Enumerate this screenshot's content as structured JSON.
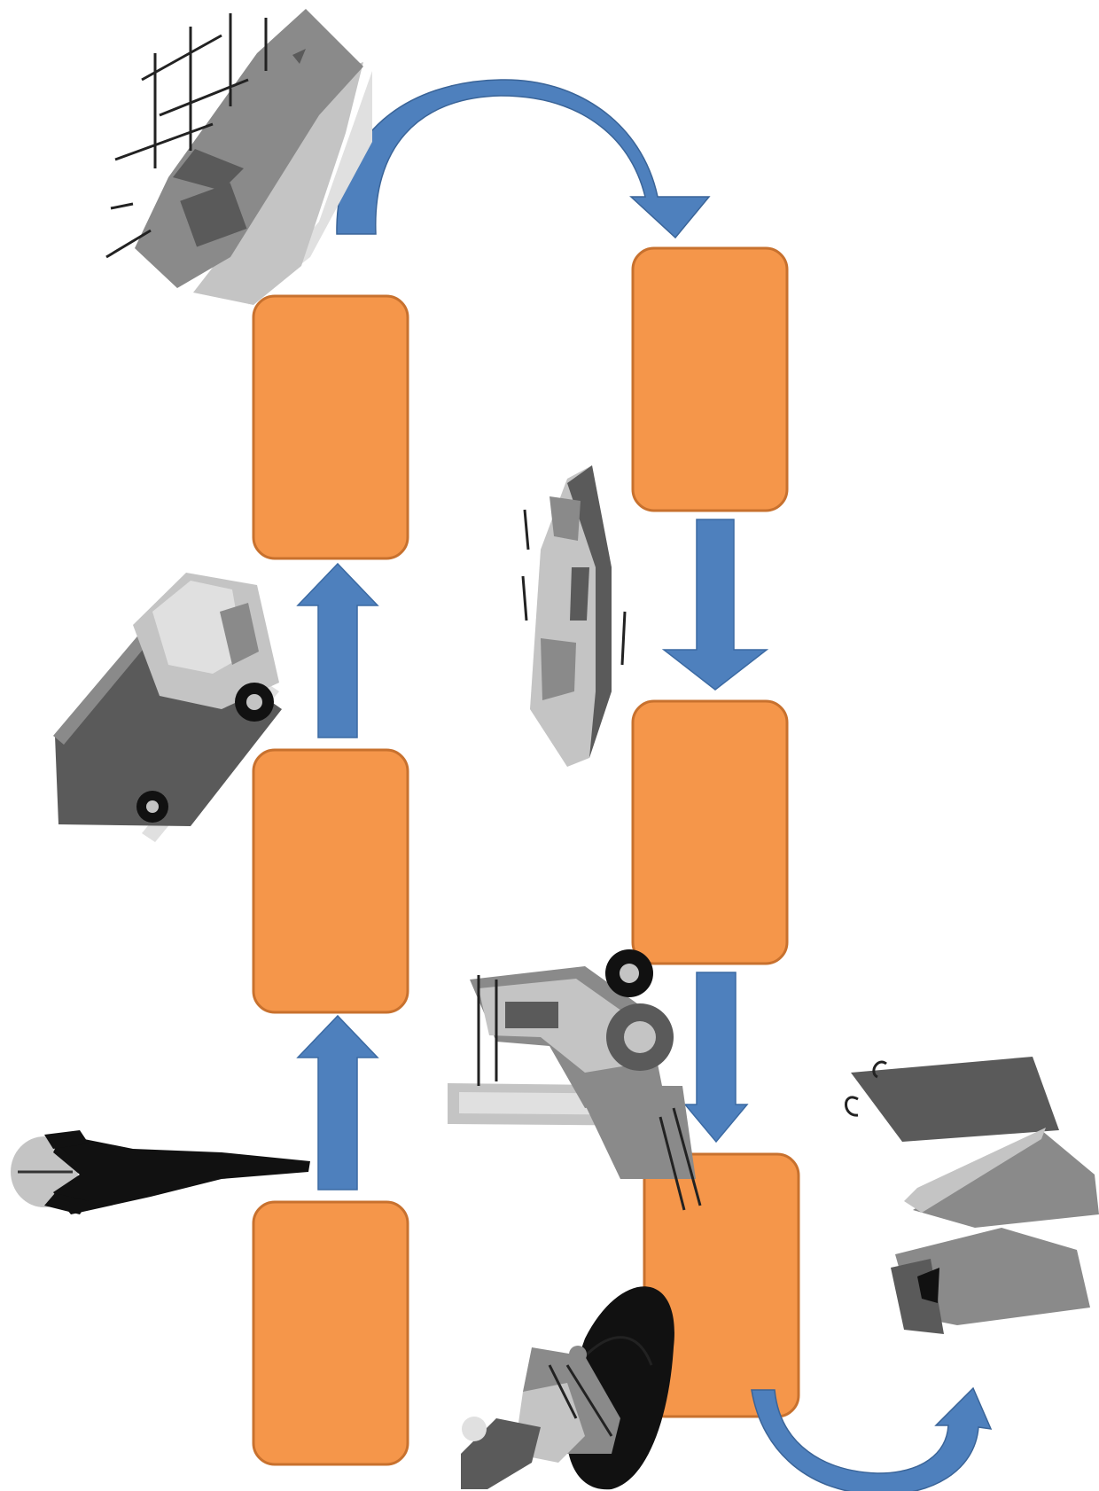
{
  "diagram": {
    "type": "supply-chain-flow",
    "steps": [
      {
        "id": "step-1",
        "label": ""
      },
      {
        "id": "step-2",
        "label": ""
      },
      {
        "id": "step-3",
        "label": ""
      },
      {
        "id": "step-4",
        "label": ""
      },
      {
        "id": "step-5",
        "label": ""
      },
      {
        "id": "step-6",
        "label": ""
      }
    ],
    "colors": {
      "box_fill": "#f5964a",
      "box_border": "#c8712e",
      "arrow_fill": "#4e80bd"
    },
    "illustrations": [
      "cargo-ship-icon",
      "delivery-truck-icon",
      "diver-icon",
      "speedboat-icon",
      "forklift-icon",
      "shopping-bags-icon",
      "coffee-farmer-icon"
    ]
  }
}
